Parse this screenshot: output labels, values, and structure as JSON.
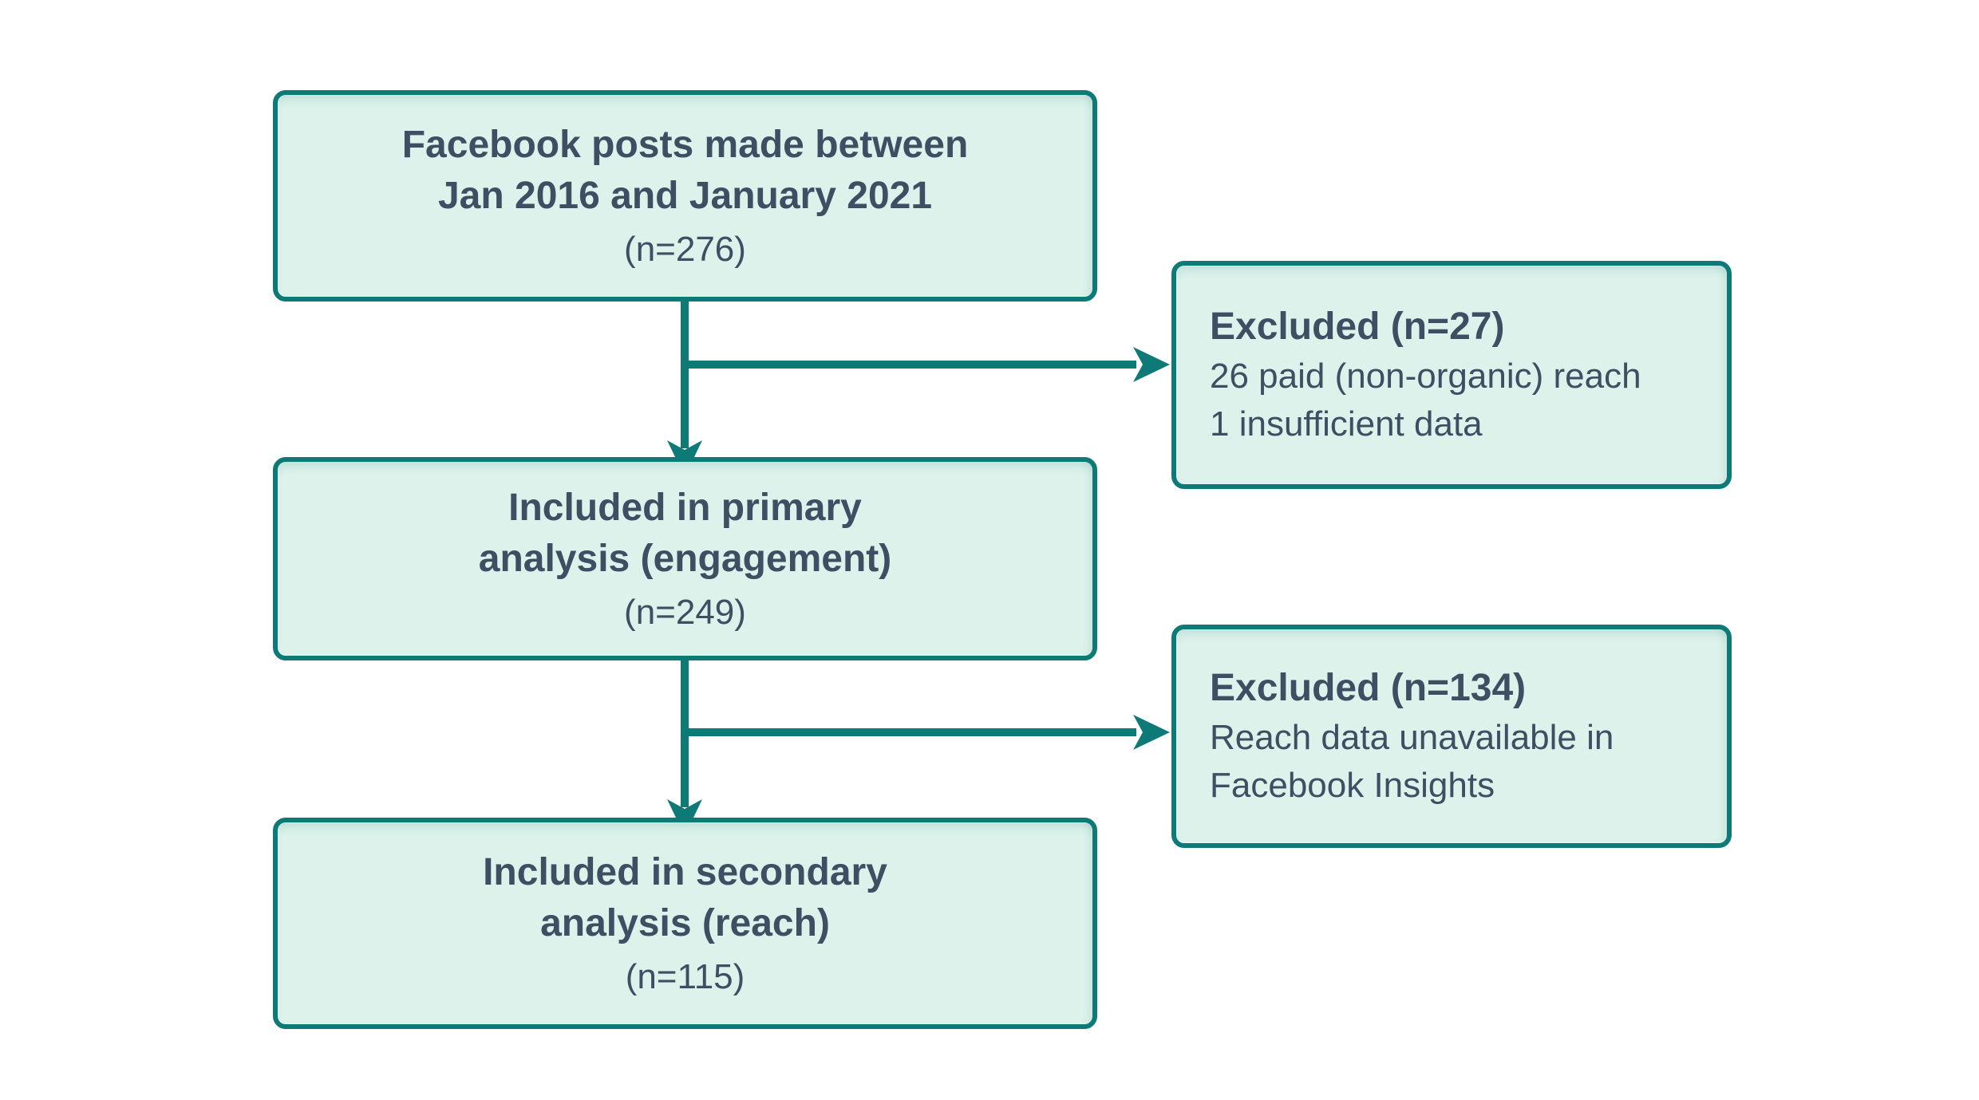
{
  "colors": {
    "background": "#ffffff",
    "box_fill": "#dcf2ea",
    "box_border": "#0e7a77",
    "arrow": "#0e7a77",
    "text": "#3f4e63"
  },
  "flow": {
    "main_boxes": [
      {
        "title_lines": [
          "Facebook posts made between",
          "Jan 2016 and January 2021"
        ],
        "n_label": "(n=276)"
      },
      {
        "title_lines": [
          "Included in primary",
          "analysis (engagement)"
        ],
        "n_label": "(n=249)"
      },
      {
        "title_lines": [
          "Included in secondary",
          "analysis (reach)"
        ],
        "n_label": "(n=115)"
      }
    ],
    "excluded_boxes": [
      {
        "title": "Excluded (n=27)",
        "detail_lines": [
          "26 paid (non-organic) reach",
          "1 insufficient data"
        ]
      },
      {
        "title": "Excluded (n=134)",
        "detail_lines": [
          "Reach data unavailable in",
          "Facebook Insights"
        ]
      }
    ]
  }
}
